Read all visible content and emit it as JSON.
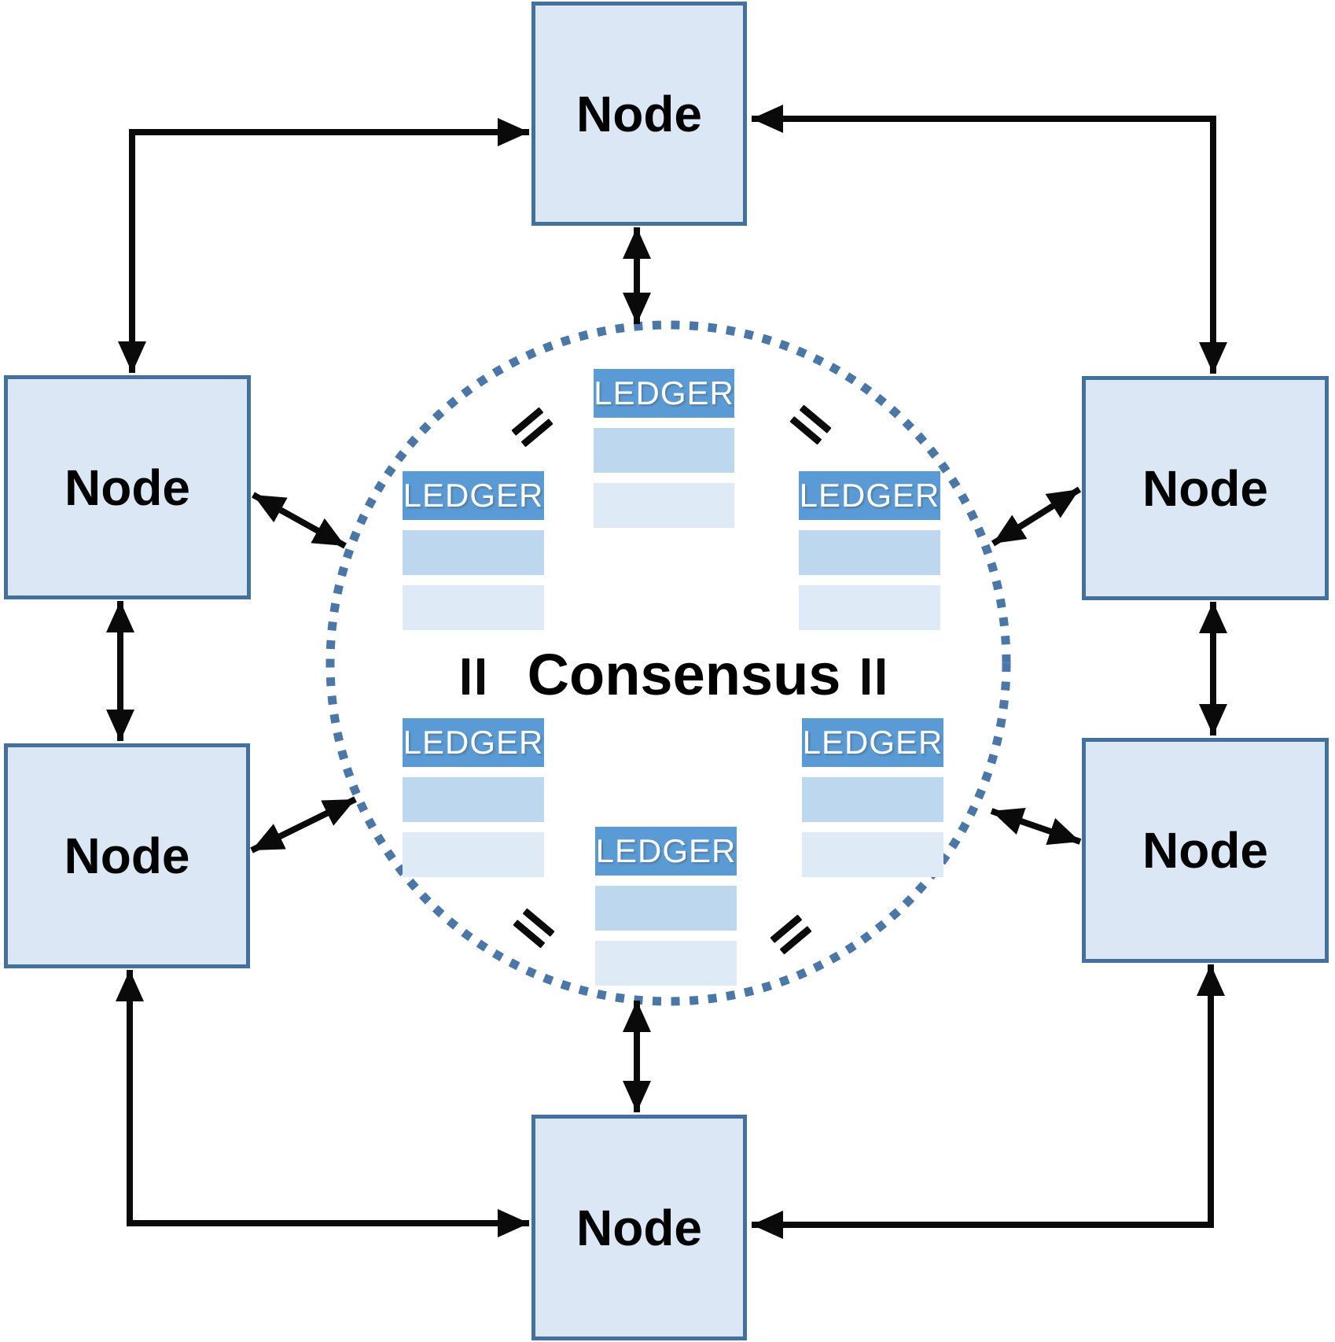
{
  "diagram": {
    "type": "network-topology-diagram",
    "consensus_label": "Consensus",
    "node_label": "Node",
    "ledger_label": "LEDGER",
    "node_count": 6,
    "ledger_count": 6,
    "equals_marks_count": 6,
    "nodes": [
      {
        "id": "node-top",
        "label": "Node"
      },
      {
        "id": "node-left-upper",
        "label": "Node"
      },
      {
        "id": "node-left-lower",
        "label": "Node"
      },
      {
        "id": "node-right-upper",
        "label": "Node"
      },
      {
        "id": "node-right-lower",
        "label": "Node"
      },
      {
        "id": "node-bottom",
        "label": "Node"
      }
    ],
    "ledgers": [
      {
        "id": "ledger-top",
        "label": "LEDGER",
        "rows": 2
      },
      {
        "id": "ledger-upper-left",
        "label": "LEDGER",
        "rows": 2
      },
      {
        "id": "ledger-upper-right",
        "label": "LEDGER",
        "rows": 2
      },
      {
        "id": "ledger-lower-left",
        "label": "LEDGER",
        "rows": 2
      },
      {
        "id": "ledger-lower-right",
        "label": "LEDGER",
        "rows": 2
      },
      {
        "id": "ledger-bottom",
        "label": "LEDGER",
        "rows": 2
      }
    ],
    "connections": [
      {
        "from": "node-top",
        "to": "consensus-circle",
        "style": "straight",
        "arrows": "both-ends"
      },
      {
        "from": "node-bottom",
        "to": "consensus-circle",
        "style": "straight",
        "arrows": "both-ends"
      },
      {
        "from": "node-left-upper",
        "to": "consensus-circle",
        "style": "diagonal",
        "arrows": "both-ends"
      },
      {
        "from": "node-left-lower",
        "to": "consensus-circle",
        "style": "diagonal",
        "arrows": "both-ends"
      },
      {
        "from": "node-right-upper",
        "to": "consensus-circle",
        "style": "diagonal",
        "arrows": "both-ends"
      },
      {
        "from": "node-right-lower",
        "to": "consensus-circle",
        "style": "diagonal",
        "arrows": "both-ends"
      },
      {
        "from": "node-left-upper",
        "to": "node-left-lower",
        "style": "straight",
        "arrows": "both-ends"
      },
      {
        "from": "node-right-upper",
        "to": "node-right-lower",
        "style": "straight",
        "arrows": "both-ends"
      },
      {
        "from": "node-left-upper",
        "to": "node-top",
        "style": "elbow",
        "arrows": "both-ends"
      },
      {
        "from": "node-right-upper",
        "to": "node-top",
        "style": "elbow",
        "arrows": "both-ends"
      },
      {
        "from": "node-left-lower",
        "to": "node-bottom",
        "style": "elbow",
        "arrows": "both-ends"
      },
      {
        "from": "node-right-lower",
        "to": "node-bottom",
        "style": "elbow",
        "arrows": "both-ends"
      }
    ],
    "colors": {
      "node_fill": "#dbe7f4",
      "node_border": "#41719c",
      "ledger_header": "#5b9bd5",
      "ledger_row_mid": "#bdd7ee",
      "ledger_row_light": "#deeaf6",
      "circle_dot": "#4a77a8",
      "arrow": "#0a0a0a",
      "text": "#000000",
      "ledger_text": "#ffffff"
    }
  }
}
